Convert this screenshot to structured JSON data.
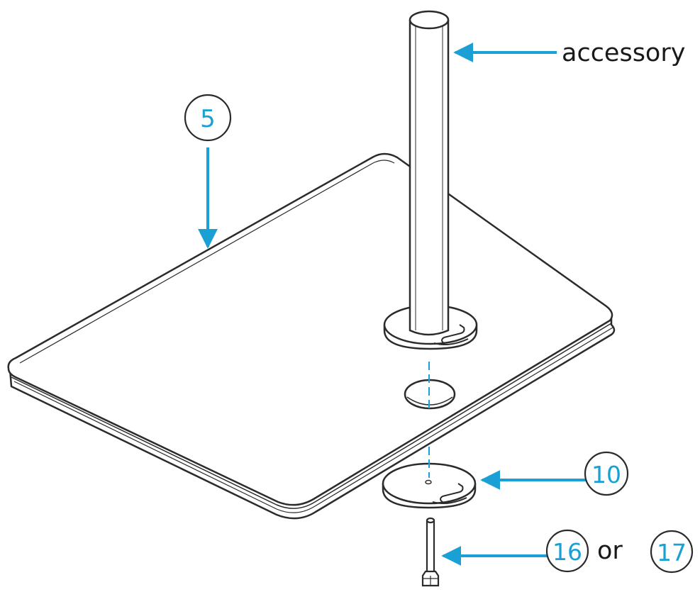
{
  "labels": {
    "accessory": "accessory",
    "part_5": "5",
    "part_10": "10",
    "part_16": "16",
    "or": "or",
    "part_17": "17"
  },
  "colors": {
    "accent": "#1aa0d4",
    "line": "#2b2b2b",
    "fill": "#ffffff"
  }
}
